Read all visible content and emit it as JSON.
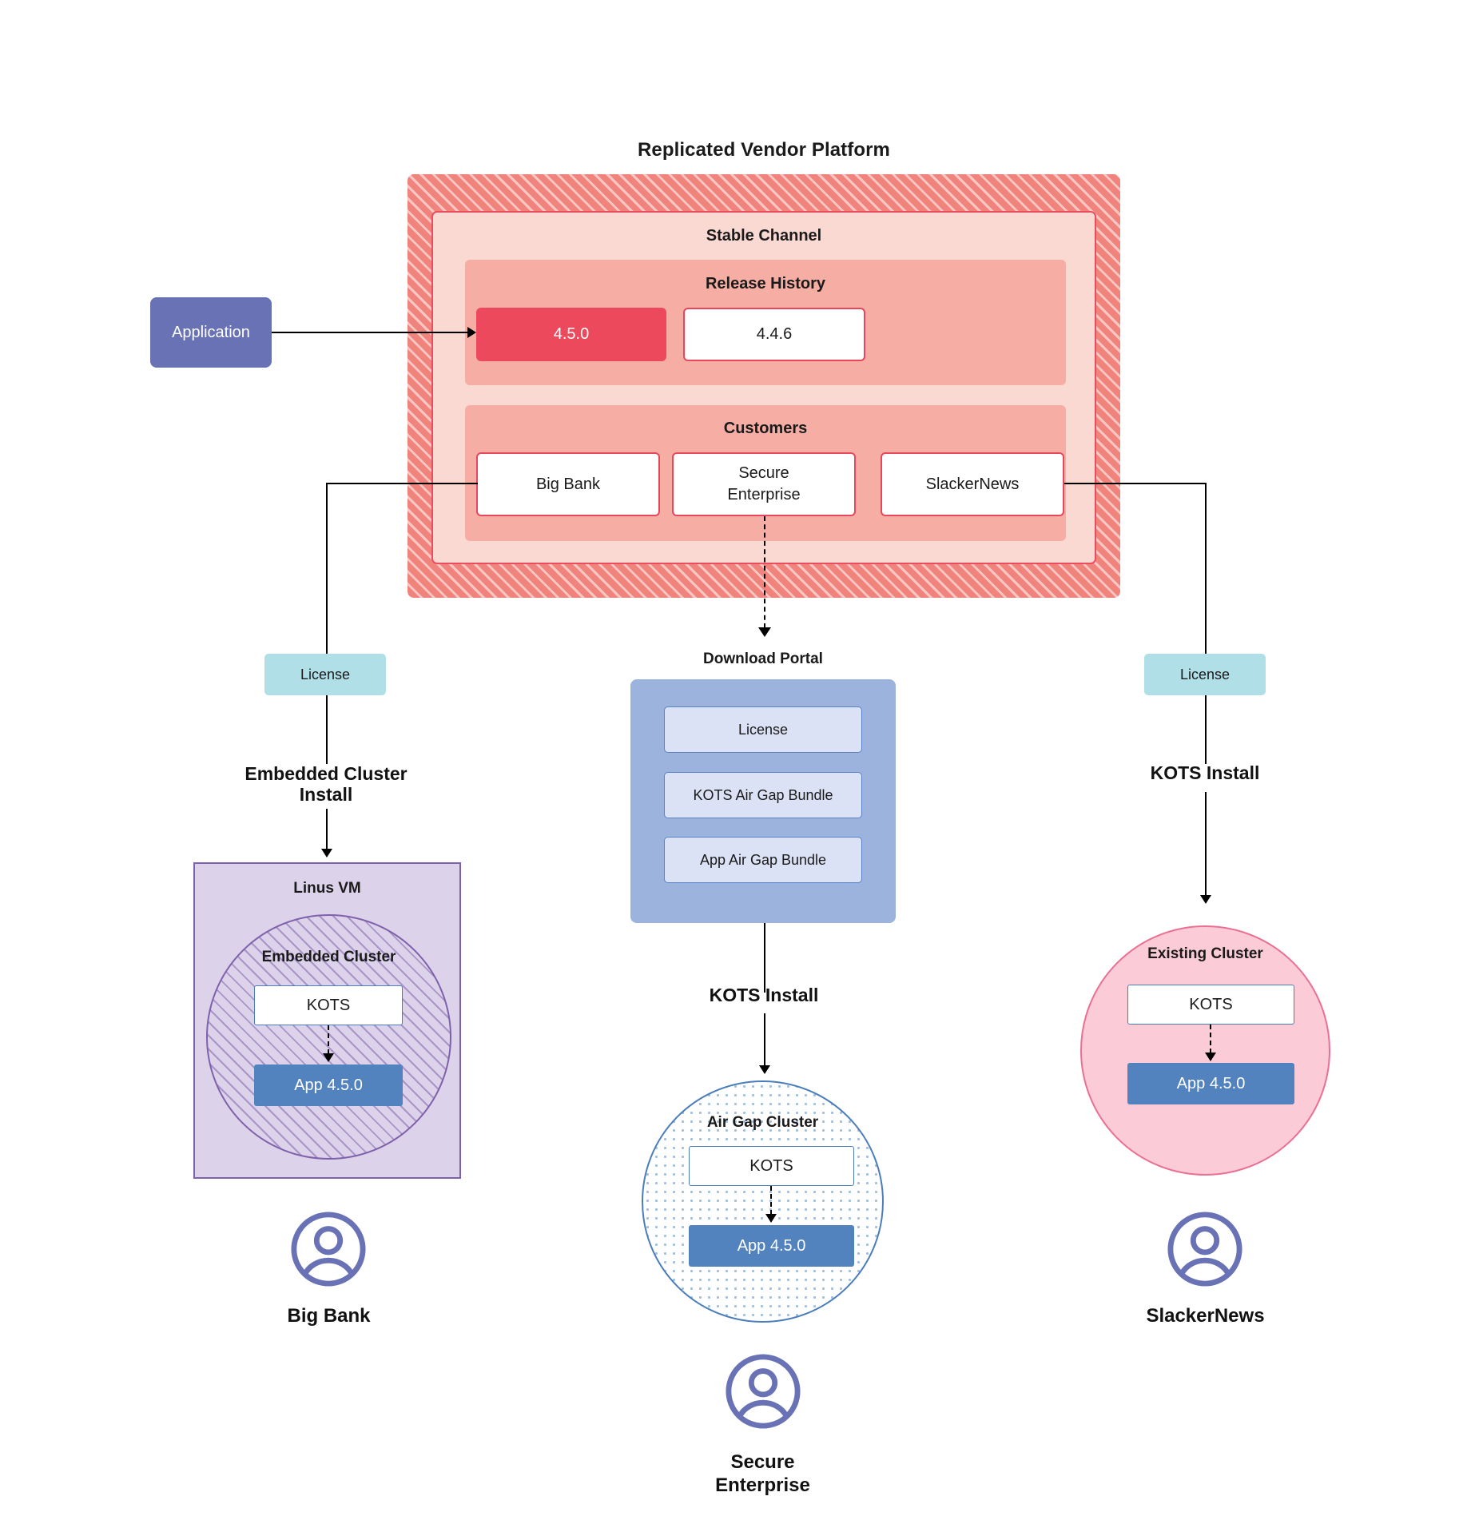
{
  "diagram": {
    "title": "Replicated Vendor Platform",
    "application_label": "Application",
    "stable_channel_label": "Stable Channel",
    "release_history_label": "Release History",
    "customers_label": "Customers",
    "releases": [
      {
        "version": "4.5.0",
        "state": "current"
      },
      {
        "version": "4.4.6",
        "state": "previous"
      }
    ],
    "customers": [
      {
        "name": "Big Bank"
      },
      {
        "name": "Secure\nEnterprise",
        "line1": "Secure",
        "line2": "Enterprise"
      },
      {
        "name": "SlackerNews"
      }
    ]
  },
  "download_portal": {
    "title": "Download  Portal",
    "items": [
      {
        "label": "License"
      },
      {
        "label": "KOTS Air Gap Bundle"
      },
      {
        "label": "App Air Gap Bundle"
      }
    ]
  },
  "paths": {
    "left": {
      "license_label": "License",
      "install_label_line1": "Embedded Cluster",
      "install_label_line2": "Install",
      "vm_label": "Linus VM",
      "cluster_label": "Embedded Cluster",
      "kots_label": "KOTS",
      "app_label": "App 4.5.0",
      "persona": "Big Bank"
    },
    "center": {
      "install_label": "KOTS Install",
      "cluster_label": "Air Gap Cluster",
      "kots_label": "KOTS",
      "app_label": "App 4.5.0",
      "persona_line1": "Secure",
      "persona_line2": "Enterprise"
    },
    "right": {
      "license_label": "License",
      "install_label": "KOTS Install",
      "cluster_label": "Existing Cluster",
      "kots_label": "KOTS",
      "app_label": "App 4.5.0",
      "persona": "SlackerNews"
    }
  },
  "colors": {
    "vendor_platform_hatch": "#f0837c",
    "stable_channel_bg": "#fad9d2",
    "inner_group_bg": "#f6ada4",
    "accent_red": "#e8465a",
    "release_current": "#ec4a5c",
    "application_purple": "#6872b5",
    "license_cyan": "#b0dfe8",
    "download_portal_blue": "#9cb3de",
    "download_item_blue": "#dbe2f5",
    "app_blue": "#5383bf",
    "kots_border_blue": "#4a7dba",
    "vm_purple_bg": "#dcd2ea",
    "vm_purple_border": "#7f61ab",
    "existing_cluster_pink": "#fbcbd8",
    "existing_cluster_border": "#eb6f92",
    "person_icon": "#6872b5"
  }
}
